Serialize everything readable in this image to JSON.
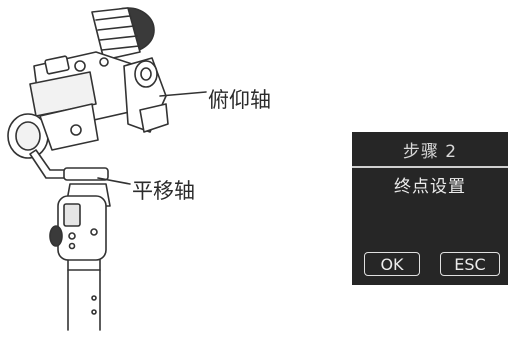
{
  "callouts": {
    "tilt_axis": "俯仰轴",
    "pan_axis": "平移轴"
  },
  "screen": {
    "step_title": "步骤 2",
    "instruction": "终点设置",
    "ok_label": "OK",
    "esc_label": "ESC"
  },
  "colors": {
    "screen_background": "#262626",
    "screen_text": "#ececec",
    "line_art": "#333333"
  }
}
